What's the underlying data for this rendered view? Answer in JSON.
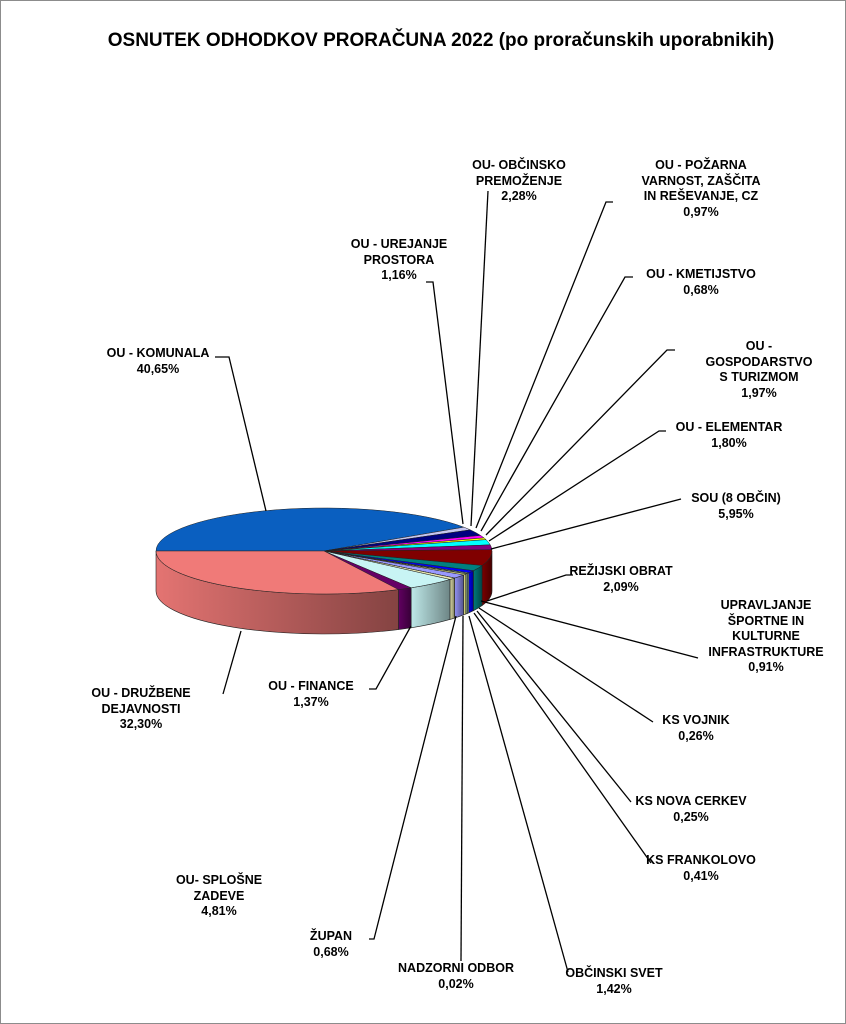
{
  "chart_data": {
    "type": "pie",
    "style": "3d",
    "title": "OSNUTEK ODHODKOV PRORAČUNA 2022 (po proračunskih uporabnikih)",
    "slices": [
      {
        "label": "OU - KOMUNALA",
        "value": 40.65,
        "value_label": "40,65%",
        "color": "#0a5fc0"
      },
      {
        "label": "OU - UREJANJE\nPROSTORA",
        "value": 1.16,
        "value_label": "1,16%",
        "color": "#c6c6f0"
      },
      {
        "label": "OU- OBČINSKO\nPREMOŽENJE",
        "value": 2.28,
        "value_label": "2,28%",
        "color": "#000080"
      },
      {
        "label": "OU - POŽARNA\nVARNOST, ZAŠČITA\nIN REŠEVANJE, CZ",
        "value": 0.97,
        "value_label": "0,97%",
        "color": "#ff00ff"
      },
      {
        "label": "OU - KMETIJSTVO",
        "value": 0.68,
        "value_label": "0,68%",
        "color": "#ffff00"
      },
      {
        "label": "OU - GOSPODARSTVO\nS TURIZMOM",
        "value": 1.97,
        "value_label": "1,97%",
        "color": "#00ffff"
      },
      {
        "label": "OU - ELEMENTAR",
        "value": 1.8,
        "value_label": "1,80%",
        "color": "#800080"
      },
      {
        "label": "SOU (8 OBČIN)",
        "value": 5.95,
        "value_label": "5,95%",
        "color": "#800000"
      },
      {
        "label": "REŽIJSKI  OBRAT",
        "value": 2.09,
        "value_label": "2,09%",
        "color": "#008080"
      },
      {
        "label": "UPRAVLJANJE\nŠPORTNE IN\nKULTURNE\nINFRASTRUKTURE",
        "value": 0.91,
        "value_label": "0,91%",
        "color": "#0000ff"
      },
      {
        "label": "KS VOJNIK",
        "value": 0.26,
        "value_label": "0,26%",
        "color": "#ccffff"
      },
      {
        "label": "KS NOVA CERKEV",
        "value": 0.25,
        "value_label": "0,25%",
        "color": "#ccffcc"
      },
      {
        "label": "KS FRANKOLOVO",
        "value": 0.41,
        "value_label": "0,41%",
        "color": "#ffff99"
      },
      {
        "label": "OBČINSKI SVET",
        "value": 1.42,
        "value_label": "1,42%",
        "color": "#9999ff"
      },
      {
        "label": "NADZORNI  ODBOR",
        "value": 0.02,
        "value_label": "0,02%",
        "color": "#993366"
      },
      {
        "label": "ŽUPAN",
        "value": 0.68,
        "value_label": "0,68%",
        "color": "#e8e8b0"
      },
      {
        "label": "OU- SPLOŠNE\nZADEVE",
        "value": 4.81,
        "value_label": "4,81%",
        "color": "#c8f4f4"
      },
      {
        "label": "OU - FINANCE",
        "value": 1.37,
        "value_label": "1,37%",
        "color": "#660066"
      },
      {
        "label": "OU - DRUŽBENE\nDEJAVNOSTI",
        "value": 32.3,
        "value_label": "32,30%",
        "color": "#f07a78"
      }
    ]
  }
}
